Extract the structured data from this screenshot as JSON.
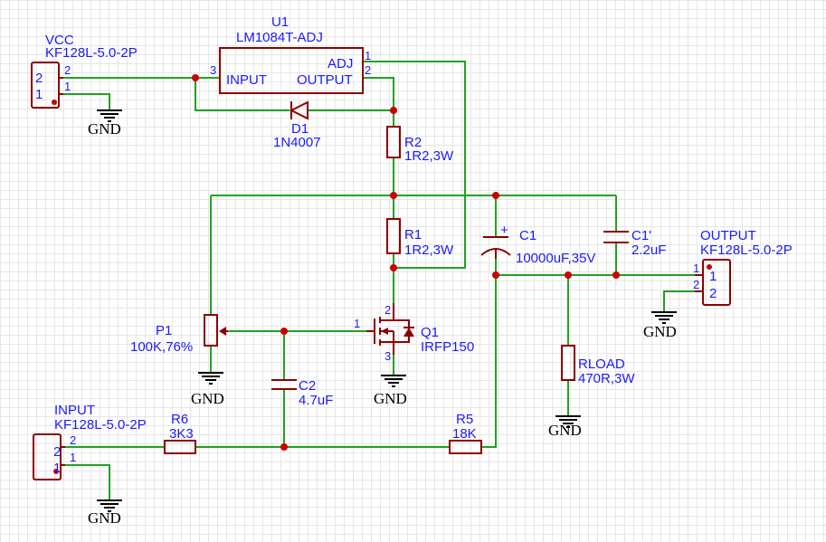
{
  "title": "",
  "components": {
    "vcc": {
      "name": "VCC",
      "part": "KF128L-5.0-2P",
      "pin_top": "2",
      "pin_bot": "1",
      "pin_top_ext": "2",
      "pin_bot_ext": "1"
    },
    "u1": {
      "name": "U1",
      "part": "LM1084T-ADJ",
      "pin_input": "INPUT",
      "pin_output": "OUTPUT",
      "pin_adj": "ADJ",
      "num_input": "3",
      "num_adj": "1",
      "num_output": "2"
    },
    "d1": {
      "name": "D1",
      "part": "1N4007"
    },
    "r2": {
      "name": "R2",
      "value": "1R2,3W"
    },
    "r1": {
      "name": "R1",
      "value": "1R2,3W"
    },
    "c1": {
      "name": "C1",
      "value": "10000uF,35V",
      "polarity": "+"
    },
    "c1p": {
      "name": "C1'",
      "value": "2.2uF"
    },
    "output": {
      "name": "OUTPUT",
      "part": "KF128L-5.0-2P",
      "pin1": "1",
      "pin2": "2",
      "pin1_ext": "1",
      "pin2_ext": "2"
    },
    "p1": {
      "name": "P1",
      "value": "100K,76%"
    },
    "c2": {
      "name": "C2",
      "value": "4.7uF"
    },
    "q1": {
      "name": "Q1",
      "part": "IRFP150",
      "pin_gate": "1",
      "pin_drain": "2",
      "pin_source": "3"
    },
    "rload": {
      "name": "RLOAD",
      "value": "470R,3W"
    },
    "input": {
      "name": "INPUT",
      "part": "KF128L-5.0-2P",
      "pin_top": "2",
      "pin_bot": "1",
      "pin_top_ext": "2",
      "pin_bot_ext": "1"
    },
    "r6": {
      "name": "R6",
      "value": "3K3"
    },
    "r5": {
      "name": "R5",
      "value": "18K"
    }
  },
  "ground_label": "GND",
  "colors": {
    "wire": "#22a122",
    "body": "#8b0000",
    "label": "#1a1aff",
    "junction": "#cc0000"
  }
}
